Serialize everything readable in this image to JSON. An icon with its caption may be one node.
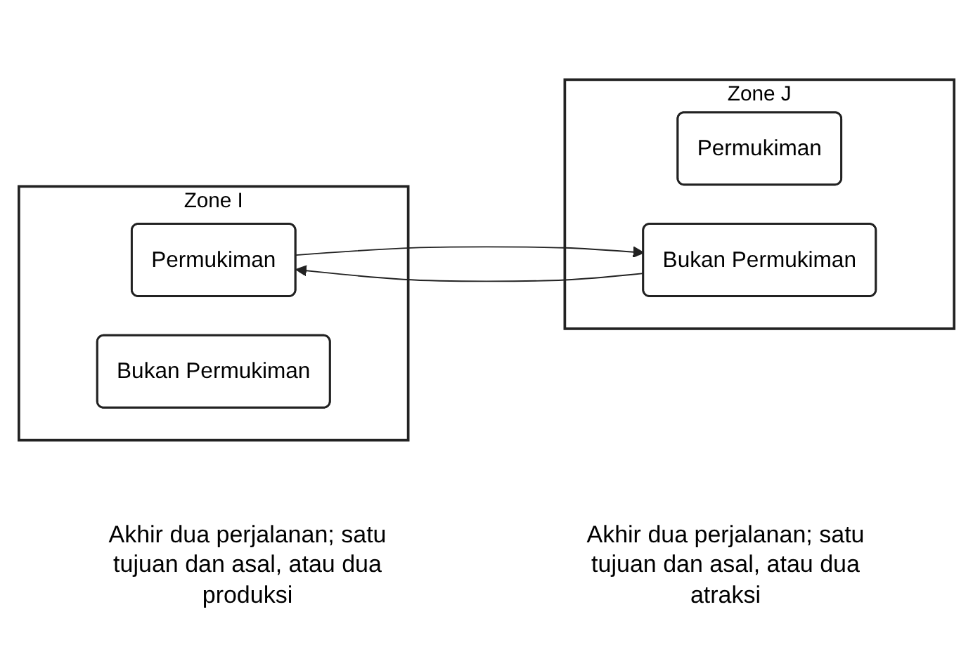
{
  "diagram": {
    "nodes": [
      {
        "text": [
          "Zone I"
        ]
      },
      {
        "text": [
          "Permukiman"
        ],
        "in": 0
      },
      {
        "text": [
          "Bukan Permukiman"
        ],
        "in": 0
      },
      {
        "text": [
          "Zone J"
        ]
      },
      {
        "text": [
          "Permukiman"
        ],
        "in": 3
      },
      {
        "text": [
          "Bukan Permukiman"
        ],
        "in": 3
      }
    ],
    "edges": [
      {
        "from": 1,
        "to": 5,
        "arrow": "to"
      },
      {
        "from": 5,
        "to": 1,
        "arrow": "to"
      }
    ],
    "labels": [
      "Akhir dua perjalanan; satu tujuan dan asal, atau dua produksi",
      "Akhir dua perjalanan; satu tujuan dan asal, atau dua atraksi"
    ]
  }
}
